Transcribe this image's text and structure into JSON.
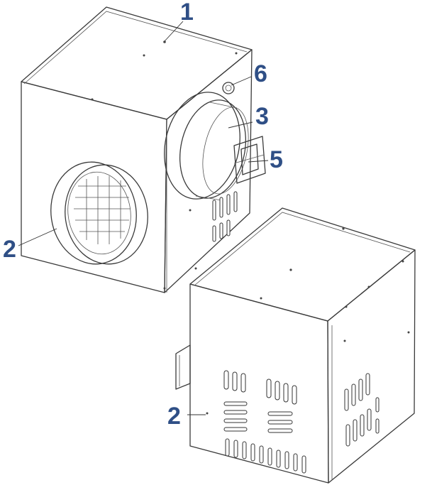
{
  "callouts": [
    {
      "label": "1"
    },
    {
      "label": "2"
    },
    {
      "label": "3"
    },
    {
      "label": "5"
    },
    {
      "label": "6"
    },
    {
      "label": "2"
    }
  ],
  "colors": {
    "callout": "#2f4f86",
    "line": "#3a3a3a",
    "background": "#ffffff"
  }
}
